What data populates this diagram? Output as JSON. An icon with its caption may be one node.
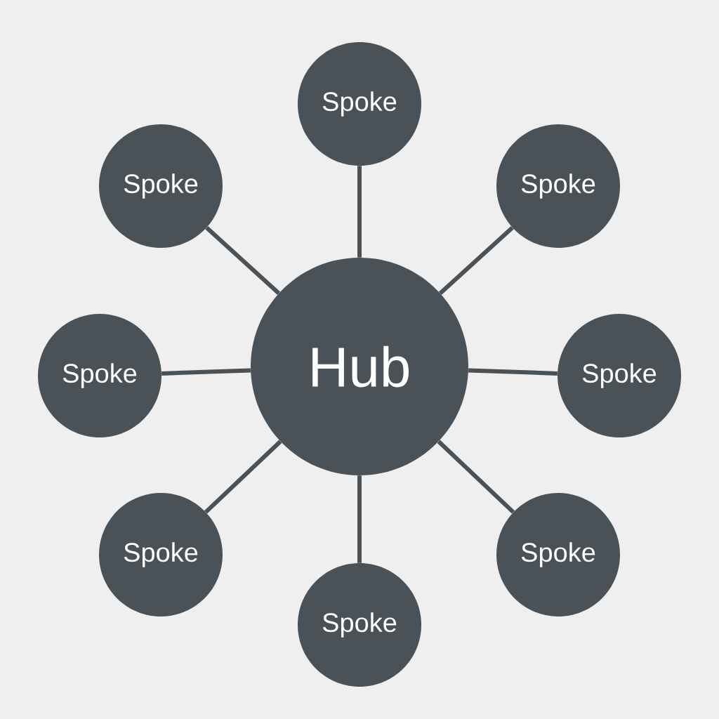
{
  "diagram": {
    "nodes": [
      {
        "text": [
          "Spoke"
        ]
      },
      {
        "text": [
          "Spoke"
        ]
      },
      {
        "text": [
          "Spoke"
        ]
      },
      {
        "text": [
          "Spoke"
        ]
      },
      {
        "text": [
          "Hub"
        ]
      },
      {
        "text": [
          "Spoke"
        ]
      },
      {
        "text": [
          "Spoke"
        ]
      },
      {
        "text": [
          "Spoke"
        ]
      },
      {
        "text": [
          "Spoke"
        ]
      }
    ],
    "edges": [
      {
        "from": 4,
        "to": 0,
        "arrow": "none"
      },
      {
        "from": 4,
        "to": 1,
        "arrow": "none"
      },
      {
        "from": 4,
        "to": 2,
        "arrow": "none"
      },
      {
        "from": 4,
        "to": 3,
        "arrow": "none"
      },
      {
        "from": 4,
        "to": 5,
        "arrow": "none"
      },
      {
        "from": 4,
        "to": 6,
        "arrow": "none"
      },
      {
        "from": 4,
        "to": 7,
        "arrow": "none"
      },
      {
        "from": 4,
        "to": 8,
        "arrow": "none"
      }
    ]
  }
}
